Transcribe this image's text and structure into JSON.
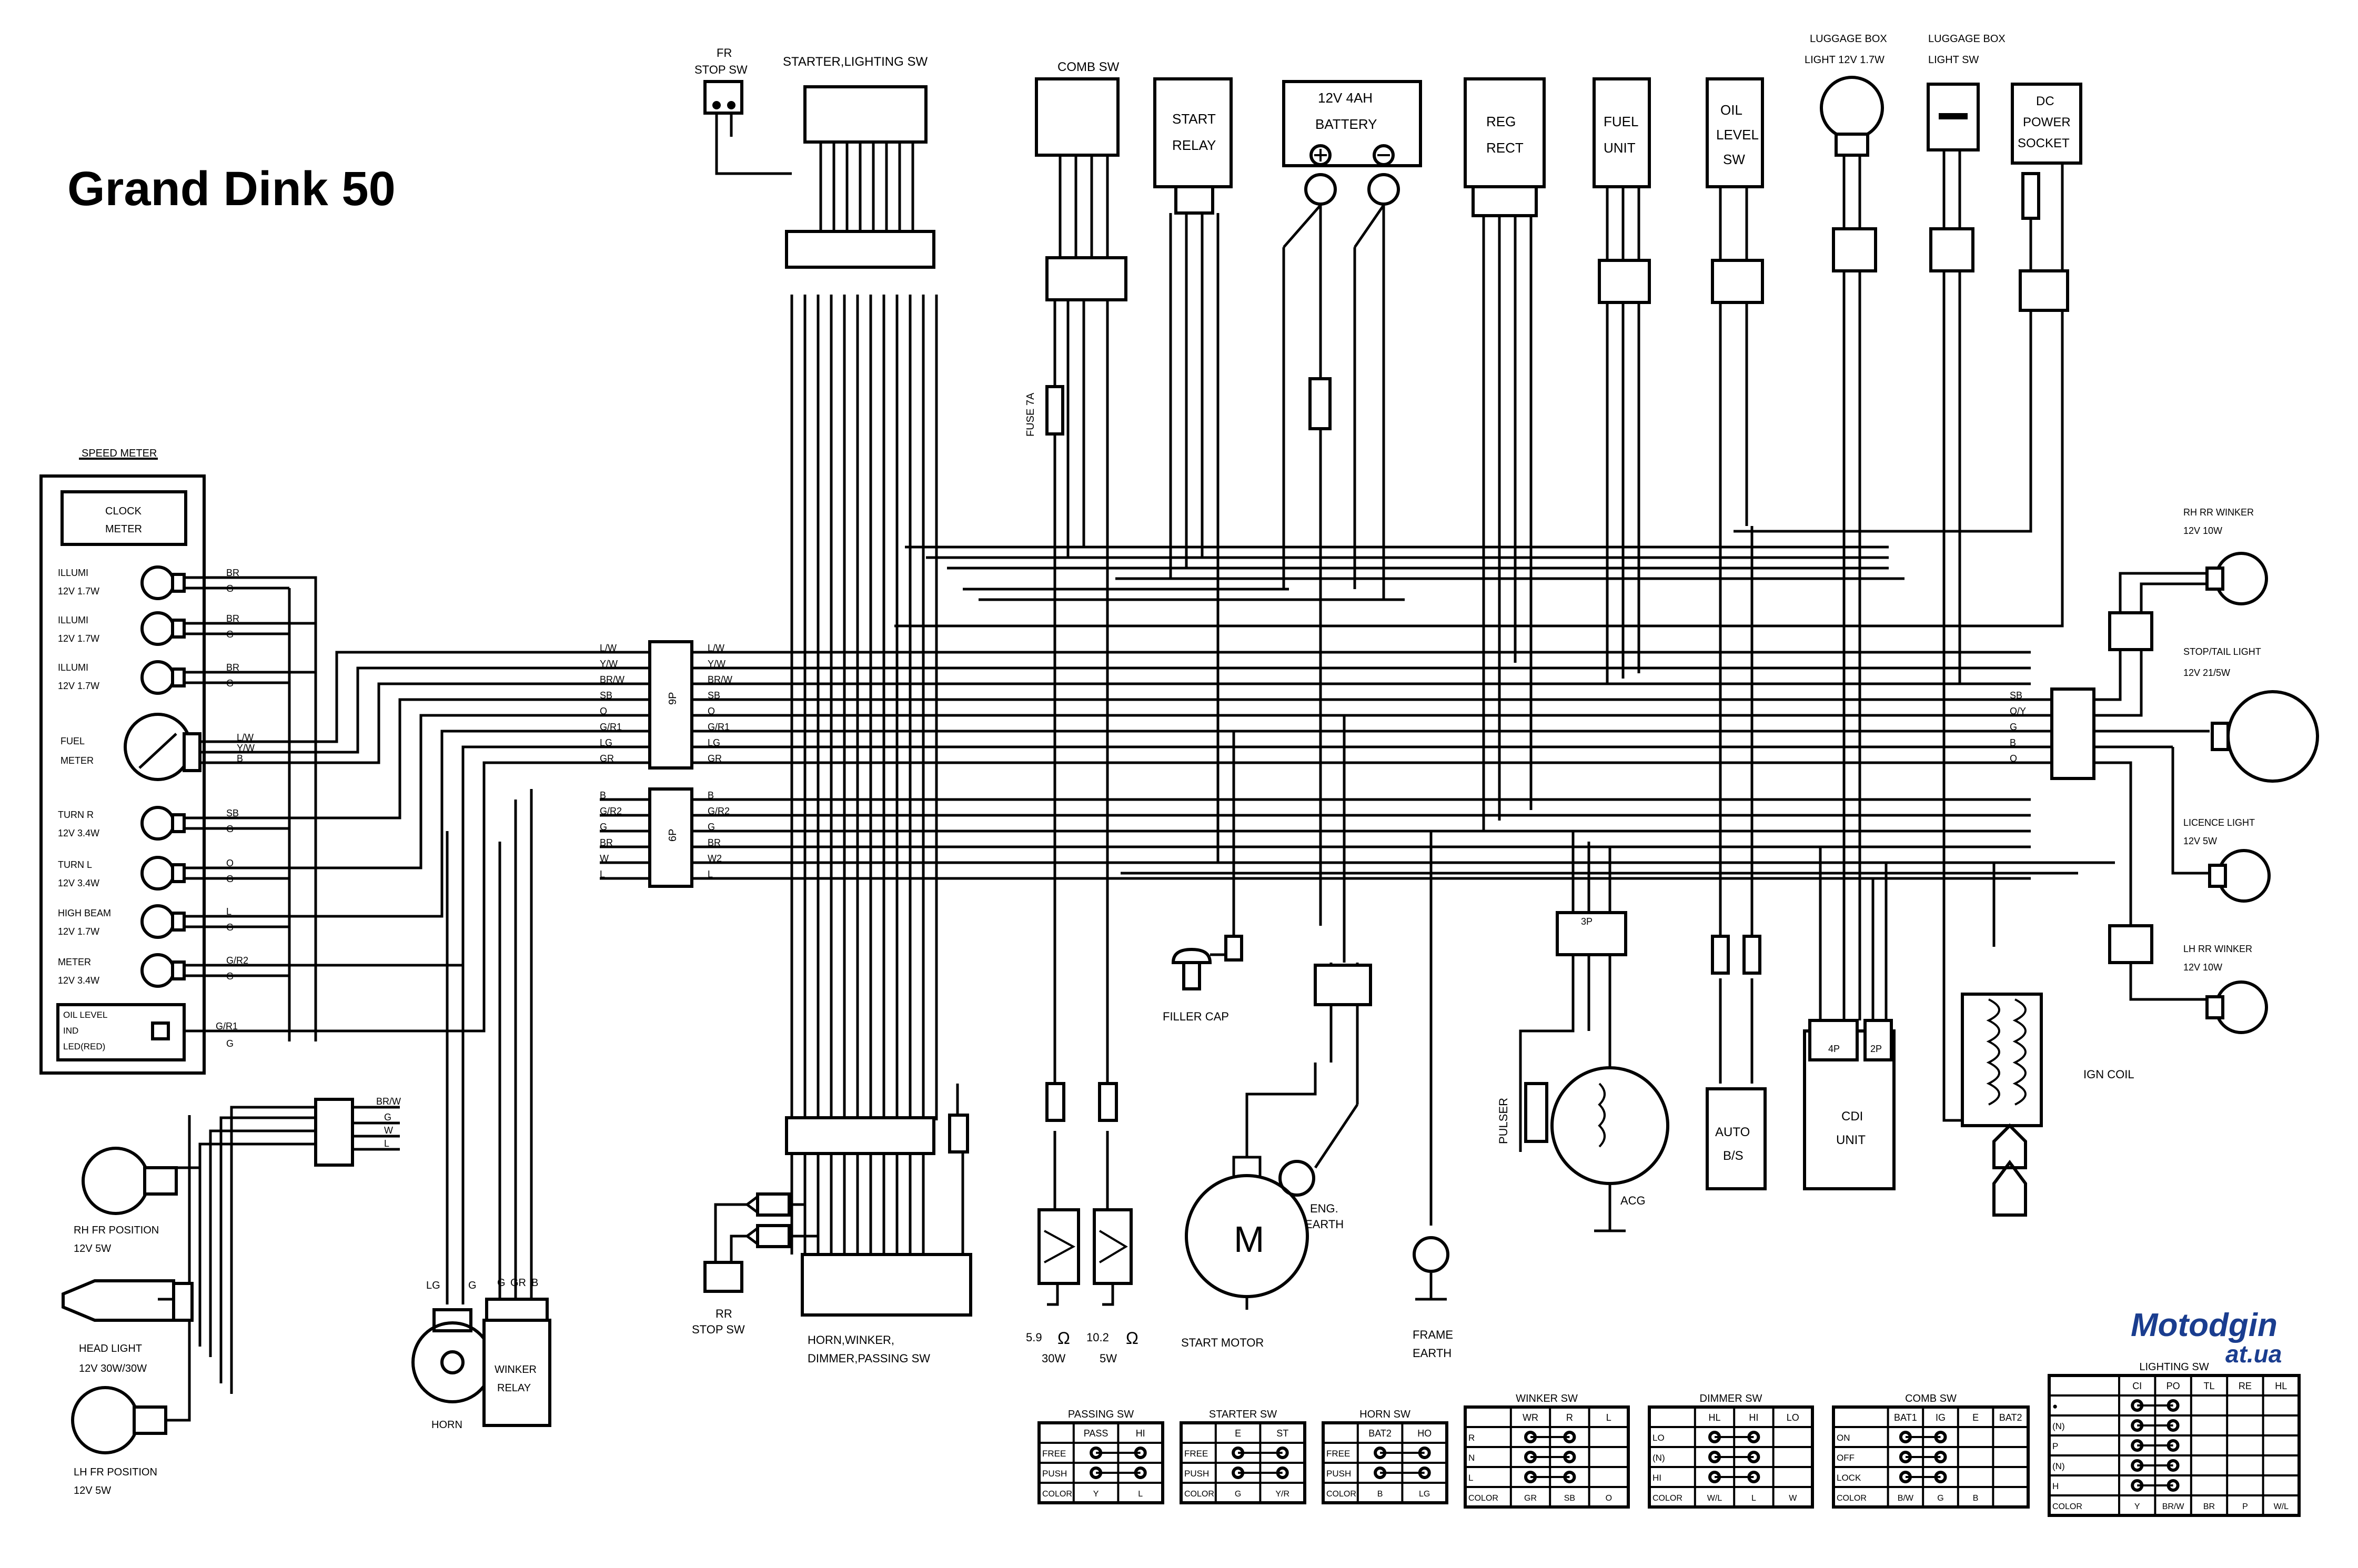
{
  "title": "Grand Dink 50",
  "watermark": {
    "line1": "Motodgin",
    "line2": "at.ua",
    "color": "#1a3d8f"
  },
  "components": {
    "fr_stop_sw": [
      "FR",
      "STOP SW"
    ],
    "starter_lighting_sw": "STARTER,LIGHTING SW",
    "comb_sw": "COMB SW",
    "start_relay": [
      "START",
      "RELAY"
    ],
    "battery": [
      "12V 4AH",
      "BATTERY"
    ],
    "reg_rect": [
      "REG",
      "RECT"
    ],
    "fuel_unit": [
      "FUEL",
      "UNIT"
    ],
    "oil_level_sw": [
      "OIL",
      "LEVEL",
      "SW"
    ],
    "luggage_box_light": [
      "LUGGAGE BOX",
      "LIGHT  12V 1.7W"
    ],
    "luggage_box_light_sw": [
      "LUGGAGE  BOX",
      "LIGHT SW"
    ],
    "dc_power_socket": [
      "DC",
      "POWER",
      "SOCKET"
    ],
    "speed_meter": "SPEED METER",
    "clock_meter": [
      "CLOCK",
      "METER"
    ],
    "rh_rr_winker": [
      "RH RR WINKER",
      "12V 10W"
    ],
    "stop_tail_light": [
      "STOP/TAIL LIGHT",
      "12V 21/5W"
    ],
    "licence_light": [
      "LICENCE LIGHT",
      "12V 5W"
    ],
    "lh_rr_winker": [
      "LH RR WINKER",
      "12V 10W"
    ],
    "filler_cap": "FILLER CAP",
    "ign_coil": "IGN COIL",
    "cdi_unit": [
      "CDI",
      "UNIT"
    ],
    "auto_bs": [
      "AUTO",
      "B/S"
    ],
    "acg": "ACG",
    "pulser": "PULSER",
    "frame_earth": [
      "FRAME",
      "EARTH"
    ],
    "start_motor": "START MOTOR",
    "eng_earth": [
      "ENG.",
      "EARTH"
    ],
    "motor_symbol": "M",
    "horn": "HORN",
    "winker_relay": [
      "WINKER",
      "RELAY"
    ],
    "rr_stop_sw": [
      "RR",
      "STOP SW"
    ],
    "horn_switches": [
      "HORN,WINKER,",
      "DIMMER,PASSING SW"
    ],
    "rh_fr_position": [
      "RH FR POSITION",
      "12V 5W"
    ],
    "head_light": [
      "HEAD LIGHT",
      "12V 30W/30W"
    ],
    "lh_fr_position": [
      "LH FR POSITION",
      "12V 5W"
    ],
    "resistor1": [
      "5.9",
      "Ω",
      "30W"
    ],
    "resistor2": [
      "10.2",
      "Ω",
      "5W"
    ],
    "fuse_7a": "FUSE 7A",
    "meter_bulbs": [
      [
        "ILLUMI",
        "12V 1.7W"
      ],
      [
        "ILLUMI",
        "12V 1.7W"
      ],
      [
        "ILLUMI",
        "12V 1.7W"
      ],
      [
        "FUEL",
        "METER"
      ],
      [
        "TURN R",
        "12V 3.4W"
      ],
      [
        "TURN L",
        "12V 3.4W"
      ],
      [
        "HIGH BEAM",
        "12V 1.7W"
      ],
      [
        "METER",
        "12V 3.4W"
      ],
      [
        "OIL LEVEL",
        "IND",
        "LED(RED)"
      ]
    ]
  },
  "connectors": {
    "c9p": "9P",
    "c6p": "6P",
    "c3p": "3P",
    "c4p": "4P",
    "c2p": "2P",
    "wire_label": "4P"
  },
  "wire_labels": {
    "meter_left": [
      "BR",
      "G",
      "BR",
      "G",
      "BR",
      "G",
      "L/W",
      "Y/W",
      "B",
      "SB",
      "G",
      "O",
      "G",
      "L",
      "G",
      "G/R2",
      "G",
      "G/R1",
      "G"
    ],
    "harness_left": [
      "L/W",
      "Y/W",
      "BR/W",
      "SB",
      "O",
      "G/R1",
      "LG",
      "GR",
      "B",
      "G/R2",
      "G",
      "BR",
      "W",
      "L"
    ],
    "harness_right": [
      "L/W",
      "Y/W",
      "BR/W",
      "SB",
      "O",
      "G/R1",
      "LG",
      "GR",
      "B",
      "G/R2",
      "G",
      "BR",
      "W2",
      "L"
    ],
    "rear_loom": [
      "SB",
      "O/Y",
      "G",
      "B",
      "O"
    ],
    "head_loom": [
      "BR/W",
      "G",
      "W",
      "L"
    ],
    "horn_wires": [
      "LG",
      "G"
    ],
    "relay_wires": [
      "G",
      "GR",
      "B"
    ]
  },
  "tables": [
    {
      "title": "PASSING SW",
      "header": [
        "",
        "PASS",
        "HI"
      ],
      "rows": [
        [
          "FREE"
        ],
        [
          "PUSH"
        ]
      ],
      "color": [
        "COLOR",
        "Y",
        "L"
      ]
    },
    {
      "title": "STARTER SW",
      "header": [
        "",
        "E",
        "ST"
      ],
      "rows": [
        [
          "FREE"
        ],
        [
          "PUSH"
        ]
      ],
      "color": [
        "COLOR",
        "G",
        "Y/R"
      ]
    },
    {
      "title": "HORN SW",
      "header": [
        "",
        "BAT2",
        "HO"
      ],
      "rows": [
        [
          "FREE"
        ],
        [
          "PUSH"
        ]
      ],
      "color": [
        "COLOR",
        "B",
        "LG"
      ]
    },
    {
      "title": "WINKER SW",
      "header": [
        "",
        "WR",
        "R",
        "L"
      ],
      "rows": [
        [
          "R"
        ],
        [
          "N"
        ],
        [
          "L"
        ]
      ],
      "color": [
        "COLOR",
        "GR",
        "SB",
        "O"
      ]
    },
    {
      "title": "DIMMER SW",
      "header": [
        "",
        "HL",
        "HI",
        "LO"
      ],
      "rows": [
        [
          "LO"
        ],
        [
          "(N)"
        ],
        [
          "HI"
        ]
      ],
      "color": [
        "COLOR",
        "W/L",
        "L",
        "W"
      ]
    },
    {
      "title": "COMB SW",
      "header": [
        "",
        "BAT1",
        "IG",
        "E",
        "BAT2"
      ],
      "rows": [
        [
          "ON"
        ],
        [
          "OFF"
        ],
        [
          "LOCK"
        ]
      ],
      "color": [
        "COLOR",
        "B/W",
        "G",
        "B"
      ]
    },
    {
      "title": "LIGHTING SW",
      "header": [
        "",
        "CI",
        "PO",
        "TL",
        "RE",
        "HL"
      ],
      "rows": [
        [
          "●"
        ],
        [
          "(N)"
        ],
        [
          "P"
        ],
        [
          "(N)"
        ],
        [
          "H"
        ]
      ],
      "color": [
        "COLOR",
        "Y",
        "BR/W",
        "BR",
        "P",
        "W/L"
      ]
    }
  ]
}
